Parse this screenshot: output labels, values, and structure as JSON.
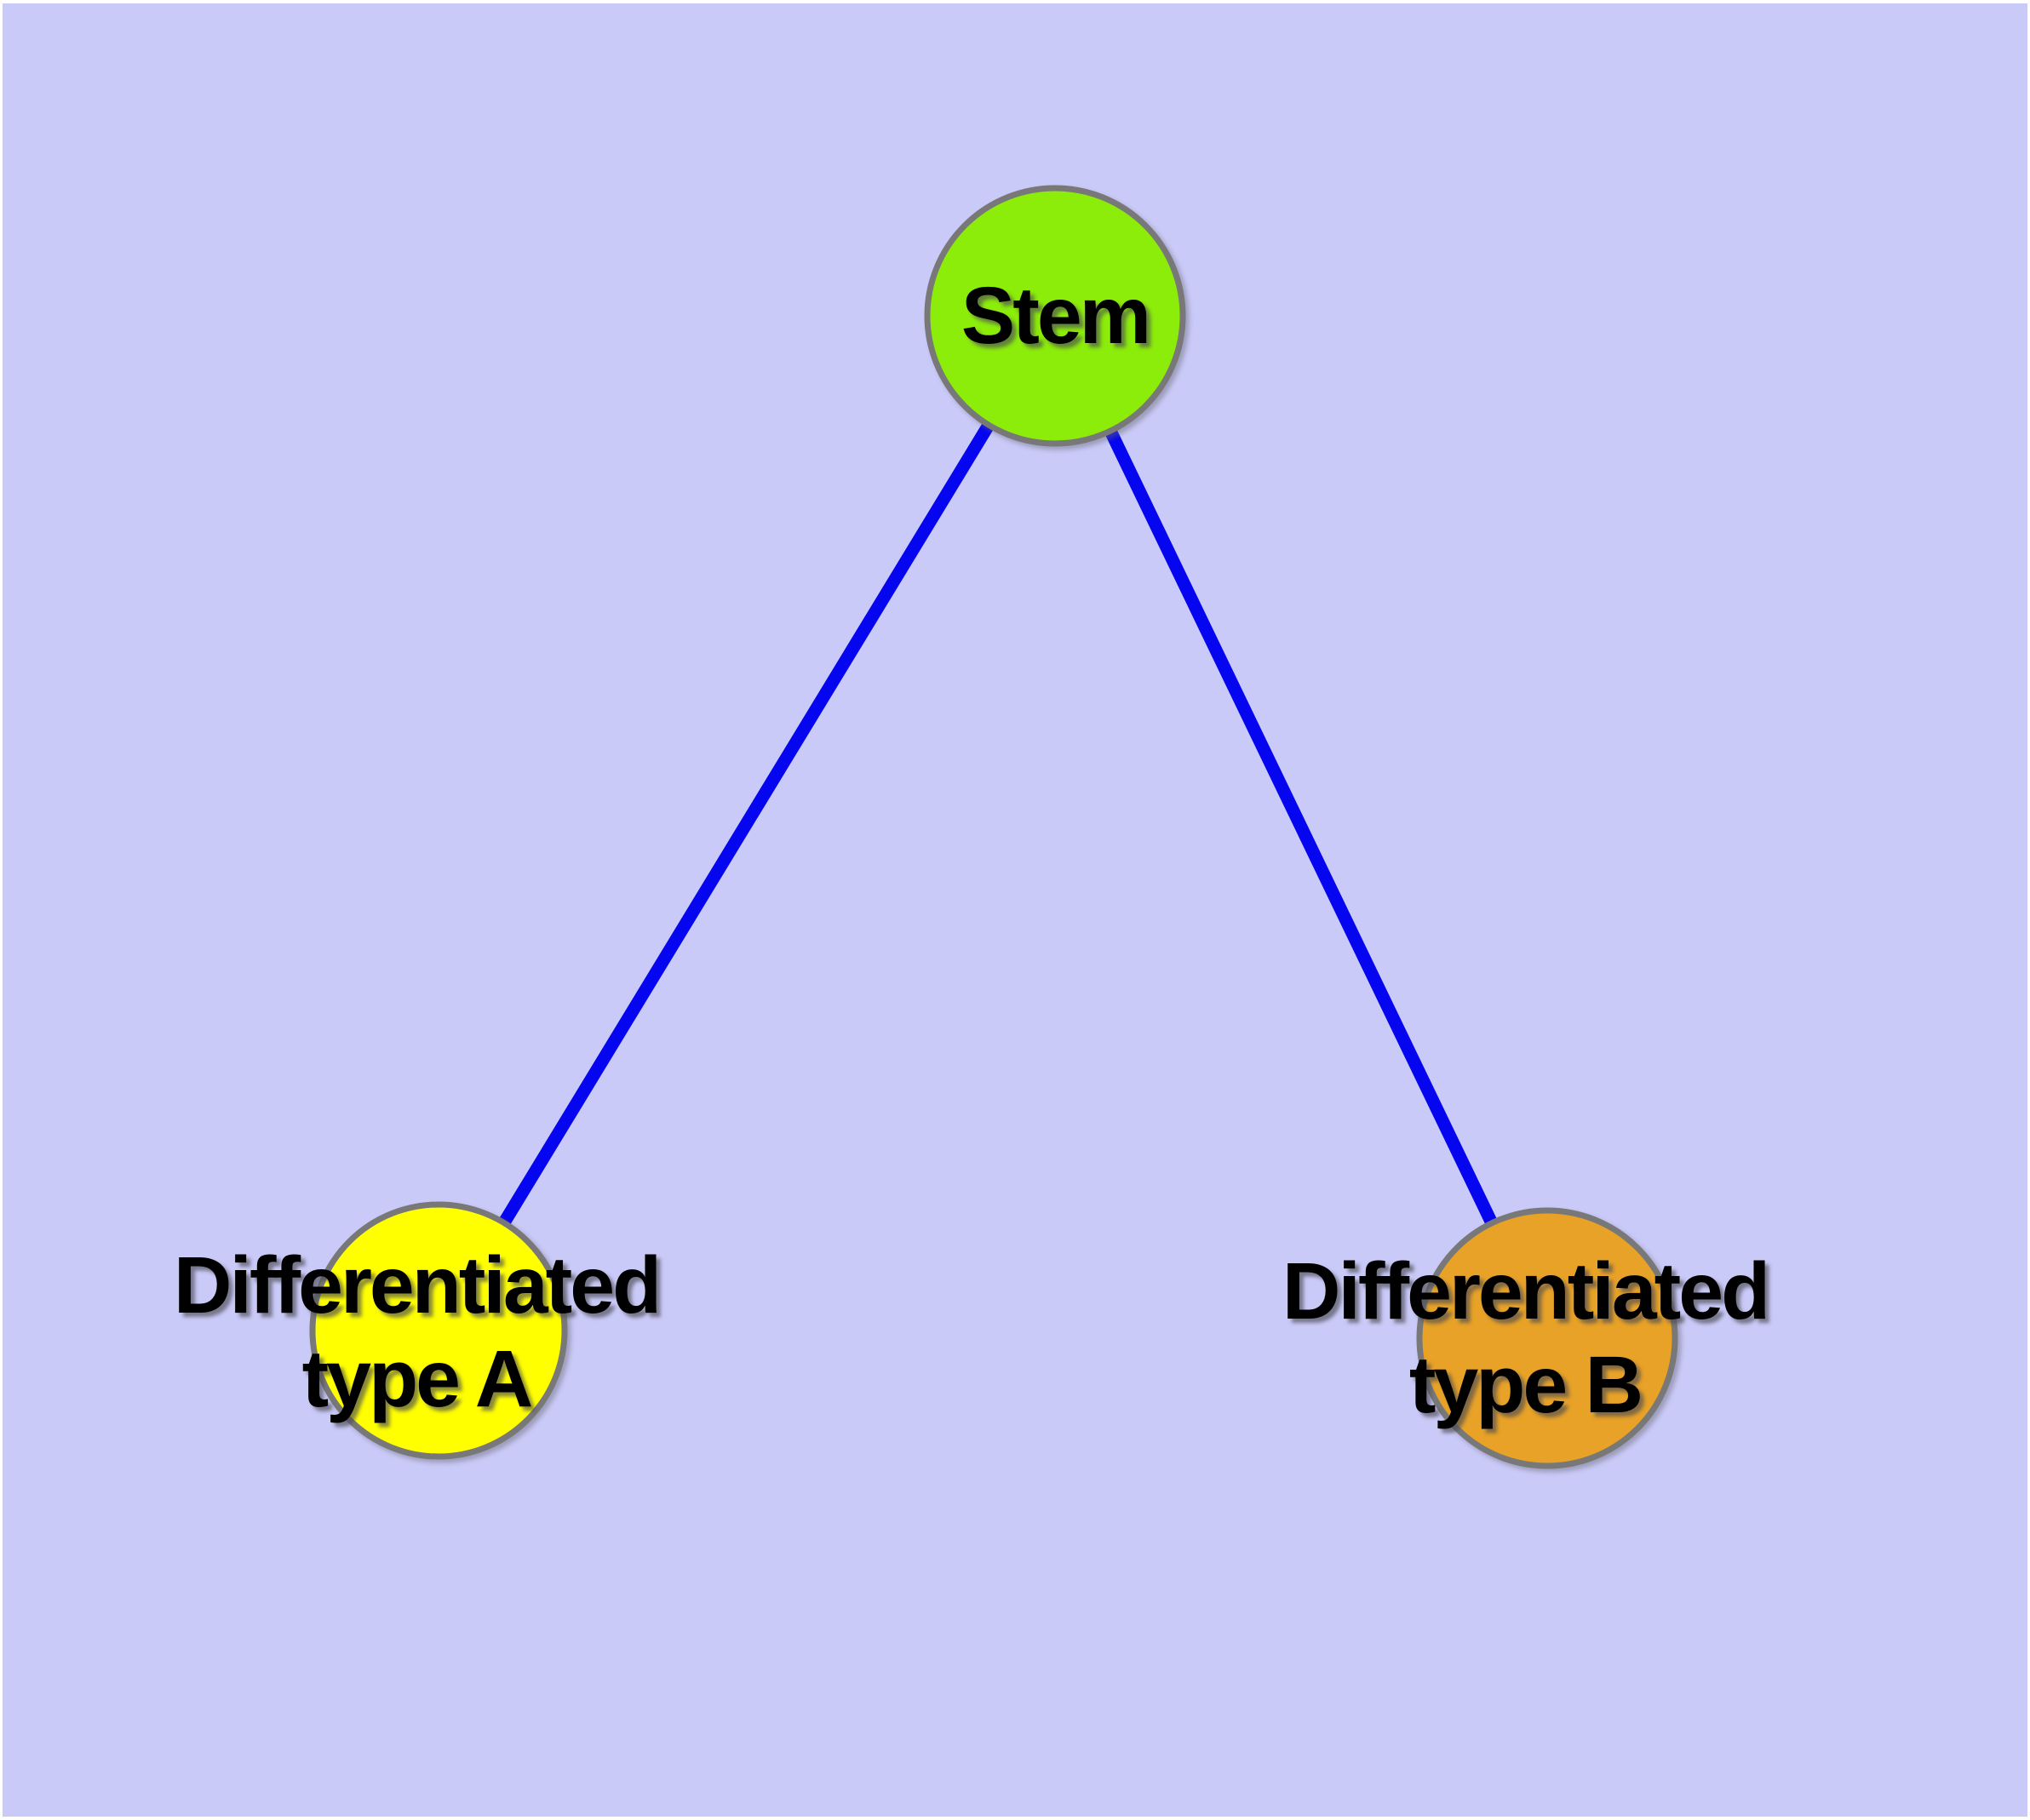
{
  "canvas": {
    "background_color": "#cacaf8",
    "frame_color": "#ffffff"
  },
  "graph": {
    "title": "",
    "nodes": [
      {
        "id": "stem",
        "label": "Stem",
        "label_lines": [
          "Stem"
        ],
        "fill": "#8cec0a",
        "border_color": "#787878"
      },
      {
        "id": "typeA",
        "label": "Differentiated type A",
        "label_lines": [
          "Differentiated",
          "type A"
        ],
        "fill": "#ffff00",
        "border_color": "#787878"
      },
      {
        "id": "typeB",
        "label": "Differentiated type B",
        "label_lines": [
          "Differentiated",
          "type B"
        ],
        "fill": "#e8a227",
        "border_color": "#787878"
      }
    ],
    "edges": [
      {
        "from": "stem",
        "to": "typeA",
        "color": "#0505f0"
      },
      {
        "from": "stem",
        "to": "typeB",
        "color": "#0505f0"
      }
    ]
  }
}
